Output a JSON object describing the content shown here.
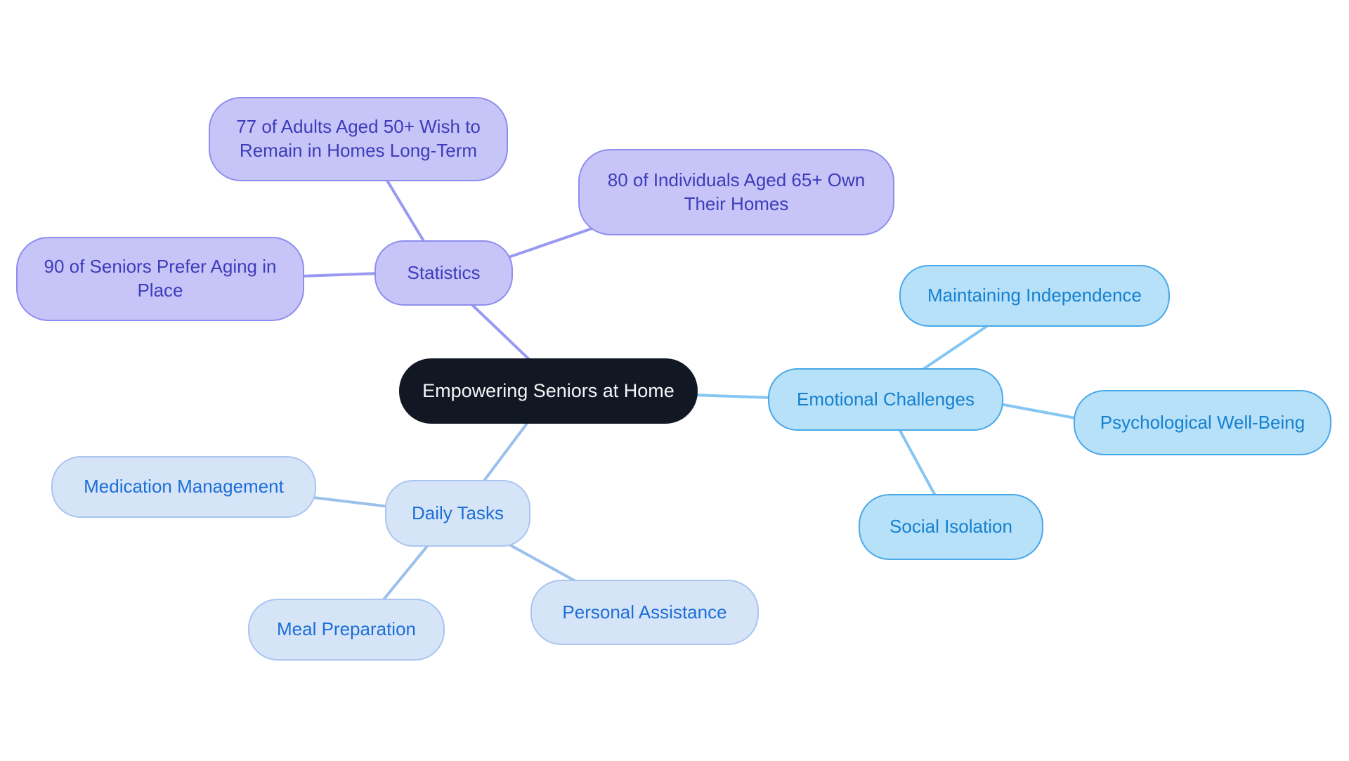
{
  "colors": {
    "background": "#ffffff",
    "root_fill": "#111824",
    "root_text": "#f4f6f8",
    "purple_fill": "#c7c5f7",
    "purple_border": "#8e8def",
    "purple_text": "#3d3cba",
    "purple_edge": "#9a99f1",
    "sky_fill": "#b7e0f9",
    "sky_border": "#4aa8e8",
    "sky_text": "#1581cf",
    "sky_edge": "#85c6f3",
    "pale_fill": "#d6e4f8",
    "pale_border": "#a9c5f0",
    "pale_text": "#1c6fd6",
    "pale_edge": "#9cc0ed"
  },
  "mindmap": {
    "root": {
      "label": "Empowering Seniors at Home"
    },
    "branches": [
      {
        "label": "Statistics",
        "children": [
          {
            "label": "77 of Adults Aged 50+ Wish to Remain in Homes Long-Term"
          },
          {
            "label": "80 of Individuals Aged 65+ Own Their Homes"
          },
          {
            "label": "90 of Seniors Prefer Aging in Place"
          }
        ]
      },
      {
        "label": "Emotional Challenges",
        "children": [
          {
            "label": "Maintaining Independence"
          },
          {
            "label": "Psychological Well-Being"
          },
          {
            "label": "Social Isolation"
          }
        ]
      },
      {
        "label": "Daily Tasks",
        "children": [
          {
            "label": "Medication Management"
          },
          {
            "label": "Meal Preparation"
          },
          {
            "label": "Personal Assistance"
          }
        ]
      }
    ]
  }
}
